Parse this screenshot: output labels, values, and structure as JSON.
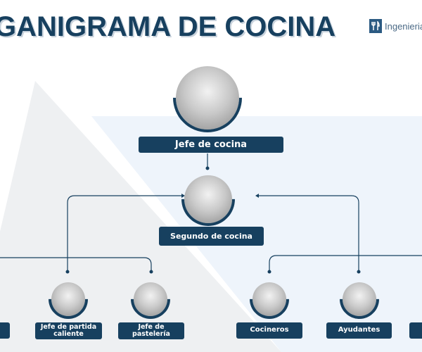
{
  "title": "GANIGRAMA DE COCINA",
  "logo": {
    "text": "Ingenieria",
    "icon": "fork-knife-icon"
  },
  "colors": {
    "primary": "#17405f",
    "bg_gray": "#eef0f2",
    "bg_blue": "#eef4fb"
  },
  "nodes": {
    "head": {
      "label": "Jefe de cocina"
    },
    "second": {
      "label": "Segundo de cocina"
    },
    "hot_station": {
      "label": "Jefe de partida caliente"
    },
    "pastry": {
      "label": "Jefe de pastelería"
    },
    "cooks": {
      "label": "Cocineros"
    },
    "helpers": {
      "label": "Ayudantes"
    }
  }
}
